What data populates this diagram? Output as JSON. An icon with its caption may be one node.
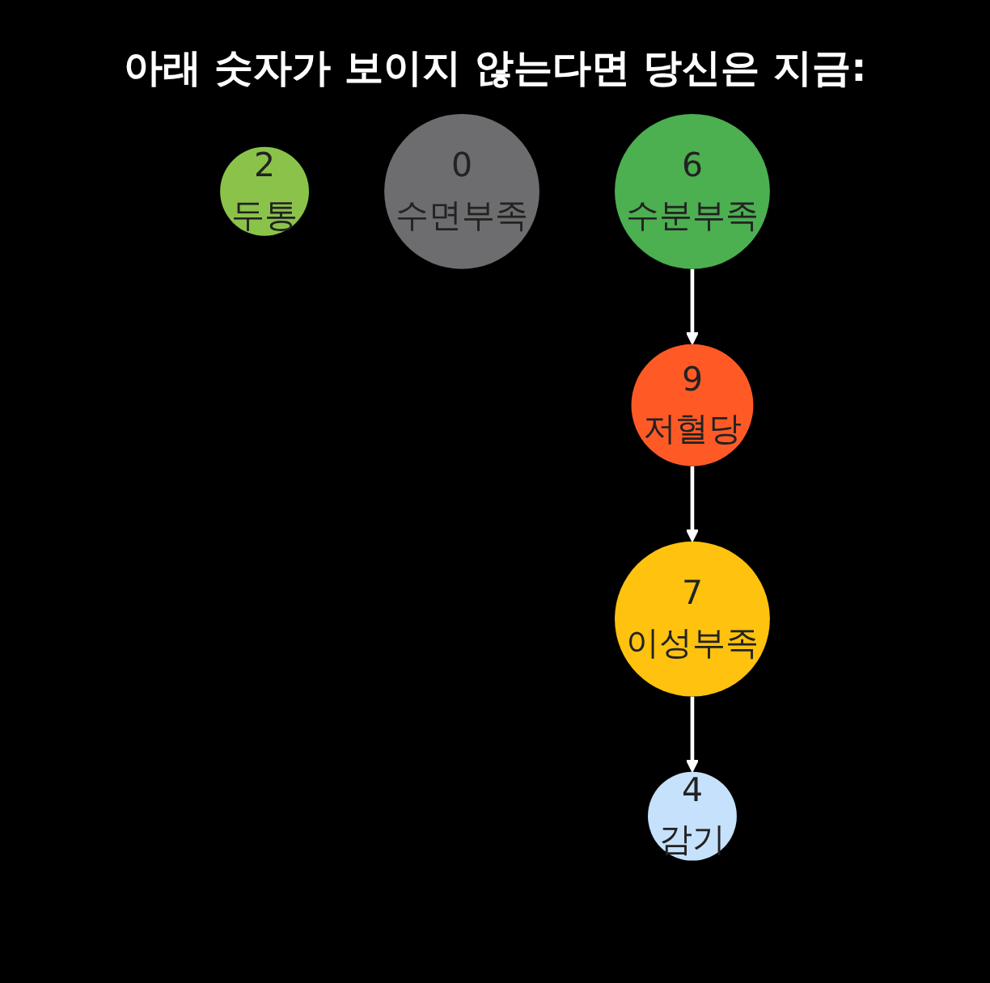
{
  "diagram": {
    "title": "아래 숫자가 보이지 않는다면 당신은 지금:",
    "nodes": [
      {
        "text": [
          "4",
          "감기"
        ]
      },
      {
        "text": [
          "2",
          "두통"
        ]
      },
      {
        "text": [
          "0",
          "수면부족"
        ]
      },
      {
        "text": [
          "6",
          "수분부족"
        ]
      },
      {
        "text": [
          "7",
          "이성부족"
        ]
      },
      {
        "text": [
          "9",
          "저혈당"
        ]
      }
    ],
    "edges": [
      {
        "from": 4,
        "to": 0,
        "arrow": "to"
      },
      {
        "from": 5,
        "to": 4,
        "arrow": "to"
      },
      {
        "from": 3,
        "to": 5,
        "arrow": "to"
      }
    ]
  }
}
